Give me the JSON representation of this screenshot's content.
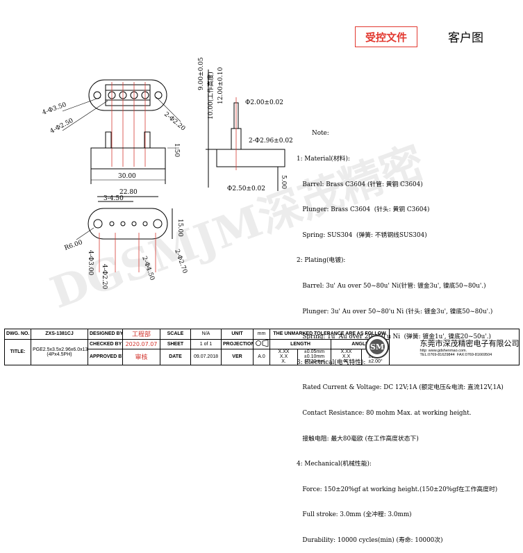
{
  "header": {
    "controlled_stamp": "受控文件",
    "customer_drawing": "客户图"
  },
  "dimensions": {
    "hole_dia_350": "4-Φ3.50",
    "hole_dia_250": "4-Φ2.50",
    "hole_dia_220": "2-Φ2.20",
    "height_150": "1.50",
    "width_3000": "30.00",
    "width_2280": "22.80",
    "pitch_450": "3-4.50",
    "height_1500": "15.00",
    "radius_600": "R6.00",
    "bottom_hole_300": "4-Φ3.00",
    "bottom_hole_220": "4-Φ2.20",
    "bottom_hole_450": "2-Φ4.50",
    "bottom_hole_270": "2-Φ2.70",
    "height_900": "9.00±0.05",
    "height_1000": "10.00(工作高度)",
    "height_1200": "12.00±0.10",
    "dia_200": "Φ2.00±0.02",
    "dia_296": "2-Φ2.96±0.02",
    "dia_250b": "Φ2.50±0.02",
    "height_500": "5.00"
  },
  "notes": [
    "Note:",
    "1: Material(材料):",
    "   Barrel: Brass C3604 (针管: 黄铜 C3604)",
    "   Plunger: Brass C3604  (针头: 黄铜 C3604)",
    "   Spring: SUS304  (弹簧: 不锈钢线SUS304)",
    "2: Plating(电镀):",
    "   Barrel: 3u' Au over 50~80u' Ni(针管: 镀金3u', 镍底50~80u'.)",
    "   Plunger: 3u' Au over 50~80'u Ni (针头: 镀金3u', 镍底50~80u'.)",
    "   Spring: 1u' Au over 20~50'u Ni  (弹簧: 镀金1u', 镍底20~50u'.)",
    "3: Electrical(电气特性):",
    "   Rated Current & Voltage: DC 12V;1A (额定电压&电流: 直流12V,1A)",
    "   Contact Resistance: 80 mohm Max. at working height.",
    "   接触电阻: 最大80毫欧 (在工作高度状态下)",
    "4: Mechanical(机械性能):",
    "   Force: 150±20%gf at working height.(150±20%gf在工作高度时)",
    "   Full stroke: 3.0mm (全冲程: 3.0mm)",
    "   Durability: 10000 cycles(min) (寿命: 10000次)"
  ],
  "title_block": {
    "dwg_no_label": "DWG. NO.",
    "dwg_no": "ZXS-1381CJ",
    "title_label": "TITLE:",
    "title_line1": "PGE2.5x3.5x2.96x6.0x13.5",
    "title_line2": "(4Px4.5PH)",
    "designed_by": "DESIGNED BY",
    "checked_by": "CHECKED BY",
    "approved_by": "APPROVED BY",
    "stamp_engineering": "工程部",
    "stamp_date": "2020.07.07",
    "stamp_review": "审核",
    "scale_label": "SCALE",
    "scale": "N/A",
    "sheet_label": "SHEET",
    "sheet": "1 of 1",
    "date_label": "DATE",
    "date": "09.07.2018",
    "unit_label": "UNIT",
    "unit": "mm",
    "projection_label": "PROJECTION",
    "ver_label": "VER",
    "ver": "A.0",
    "tolerance_header": "THE UNMARKED TOLERANCE ARE AS FOLLOW",
    "length_label": "LENGTH",
    "angle_label": "ANGLE",
    "tol_rows": [
      {
        "fmt": "X.XX",
        "len": "±0.05mm",
        "afmt": "X.XX",
        "ang": "±0.50°"
      },
      {
        "fmt": "X.X",
        "len": "±0.10mm",
        "afmt": "X.X",
        "ang": "±1.00°"
      },
      {
        "fmt": "X.",
        "len": "±0.20mm",
        "afmt": "X.",
        "ang": "±2.00°"
      }
    ],
    "company_cn": "东莞市深茂精密电子有限公司",
    "website": "http: www.gdshenmao.com.",
    "tel": "TEL:0769-81629844",
    "fax": "FAX:0769-81669504",
    "logo_text": "SM"
  },
  "watermark": "DGSMJM深茂精密"
}
